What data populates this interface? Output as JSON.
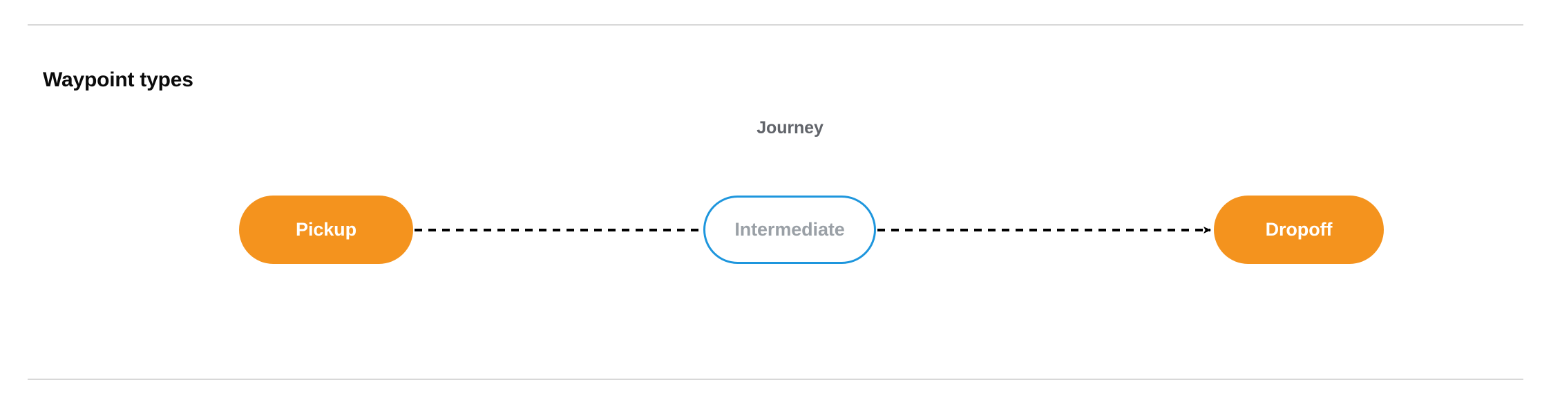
{
  "section": {
    "title": "Waypoint types"
  },
  "diagram": {
    "name": "waypoint-types-journey-diagram",
    "group_label": "Journey",
    "nodes": [
      {
        "id": "pickup",
        "label": "Pickup",
        "kind": "terminal",
        "fill": "#f4931e",
        "text_color": "#ffffff",
        "border_color": "none"
      },
      {
        "id": "intermediate",
        "label": "Intermediate",
        "kind": "optional",
        "fill": "#ffffff",
        "text_color": "#9aa0a6",
        "border_color": "#1e96dd"
      },
      {
        "id": "dropoff",
        "label": "Dropoff",
        "kind": "terminal",
        "fill": "#f4931e",
        "text_color": "#ffffff",
        "border_color": "none"
      }
    ],
    "connectors": [
      {
        "id": "pickup-to-intermediate",
        "from": "pickup",
        "to": "intermediate",
        "style": "dashed",
        "arrowhead": false,
        "color": "#000000"
      },
      {
        "id": "intermediate-to-dropoff",
        "from": "intermediate",
        "to": "dropoff",
        "style": "dashed",
        "arrowhead": true,
        "color": "#000000"
      }
    ]
  },
  "dividers": {
    "color": "#d8d8d8",
    "top_label": "section-top-divider",
    "bottom_label": "section-bottom-divider"
  }
}
